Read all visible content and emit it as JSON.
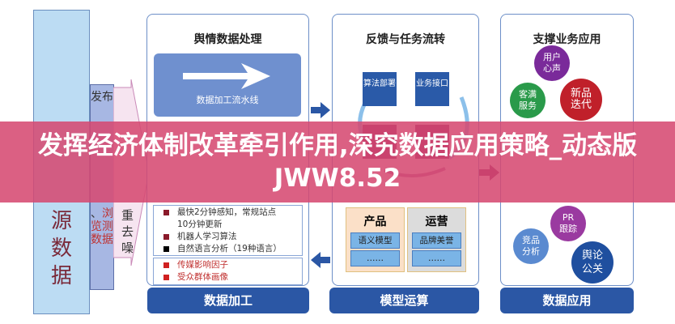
{
  "source": {
    "label": "源数据"
  },
  "publish": {
    "black": "发布",
    "sep": "、",
    "red": "浏览测数据"
  },
  "dedup": "重去噪",
  "panels": [
    {
      "title": "舆情数据处理",
      "footer": "数据加工",
      "flow_label": "数据加工流水线",
      "list": [
        "最快2分钟感知，常规站点",
        "10分钟更新",
        "机器人学习算法",
        "自然语言分析（19种语言）"
      ],
      "factors": [
        "传媒影响因子",
        "受众群体画像"
      ]
    },
    {
      "title": "反馈与任务流转",
      "footer": "模型运算",
      "boxes": [
        "算法部署",
        "业务接口"
      ],
      "categories": [
        {
          "title": "产品",
          "items": [
            "语义模型",
            "……"
          ]
        },
        {
          "title": "运营",
          "items": [
            "品牌美誉",
            "……"
          ]
        }
      ]
    },
    {
      "title": "支撑业务应用",
      "footer": "数据应用",
      "circles": [
        {
          "label": "用户心声",
          "color": "#7a2a9a"
        },
        {
          "label": "客满服务",
          "color": "#2a9a4a"
        },
        {
          "label": "新品迭代",
          "color": "#c0202a"
        },
        {
          "label": "PR跟踪",
          "color": "#9a3aa0"
        },
        {
          "label": "竞品分析",
          "color": "#5a8ad0"
        },
        {
          "label": "舆论公关",
          "color": "#1f4f9f"
        }
      ]
    }
  ],
  "banner": {
    "title": "发挥经济体制改革牵引作用,深究数据应用策略_动态版JWW8.52"
  }
}
